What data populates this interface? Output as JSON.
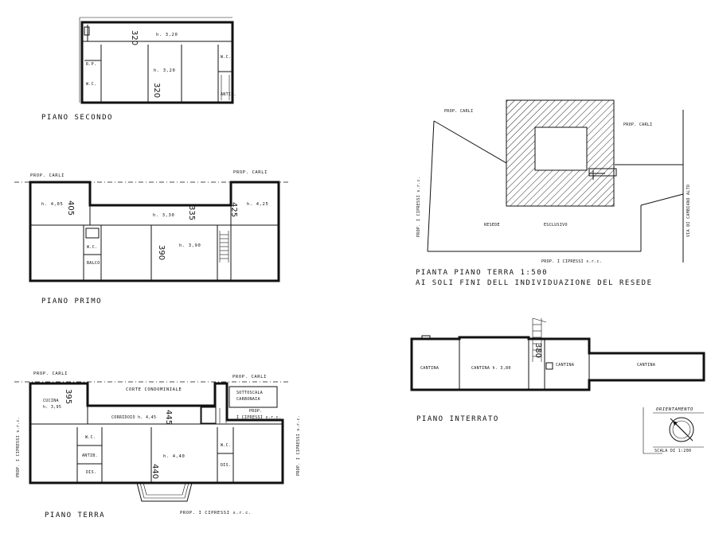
{
  "piano_secondo": {
    "title": "PIANO    SECONDO",
    "h_corridor": "h. 3,20",
    "dim_corridor": "320",
    "h_room": "h. 3,20",
    "dim_room": "320",
    "wc1": "W.C.",
    "wc2": "W.C.",
    "small1": "R.P.",
    "small2": "ANTIB."
  },
  "piano_primo": {
    "title": "PIANO    PRIMO",
    "prop_left": "PROP. CARLI",
    "prop_right": "PROP. CARLI",
    "h_left": "h. 4,05",
    "dim_left": "405",
    "h_corridor": "h. 3,30",
    "dim_corridor": "335",
    "h_right": "h. 4,25",
    "dim_right": "425",
    "h_main": "h. 3,90",
    "dim_main": "390",
    "wc": "W.C.",
    "balcony": "BALCO"
  },
  "piano_terra": {
    "title": "PIANO    TERRA",
    "prop_top_left": "PROP. CARLI",
    "prop_top_right": "PROP. CARLI",
    "corte": "CORTE   CONDOMINIALE",
    "cucina": "CUCINA",
    "h_cucina": "h. 3,95",
    "dim_cucina": "395",
    "corridoio": "CORRIDOIO  h. 4,45",
    "dim_corridoio": "445",
    "sottoscala": "SOTTOSCALA",
    "sottoscala2": "CARBONAIA",
    "prop_right_mid": "PROP.",
    "prop_right_mid2": "I CIPRESSI s.r.c.",
    "h_main": "h. 4,40",
    "dim_main": "440",
    "wc1": "W.C.",
    "antib": "ANTIB.",
    "dis1": "DIS.",
    "wc2": "W.C.",
    "dis2": "DIS.",
    "side_left": "PROP. I CIPRESSI s.r.c.",
    "side_right": "PROP. I CIPRESSI s.r.c.",
    "bottom": "PROP. I CIPRESSI  s.r.c."
  },
  "pianta": {
    "prop_carli_1": "PROP. CARLI",
    "prop_carli_2": "PROP. CARLI",
    "resede": "RESEDE",
    "esclusivo": "ESCLUSIVO",
    "side_left": "PROP. I CIPRESSI s.r.c.",
    "road": "VIA   DI   CAMBIANO   ALTO",
    "bottom": "PROP. I CIPRESSI  s.r.c.",
    "caption1": "PIANTA  PIANO  TERRA   1:500",
    "caption2": "AI  SOLI  FINI  DELL  INDIVIDUAZIONE  DEL  RESEDE"
  },
  "piano_interrato": {
    "title": "PIANO    INTERRATO",
    "cantina1": "CANTINA",
    "cantina2": "CANTINA  h. 3,80",
    "dim": "380",
    "cantina3": "CANTINA",
    "cantina4": "CANTINA"
  },
  "legend": {
    "orientamento": "ORIENTAMENTO",
    "scala": "SCALA DI 1:200"
  }
}
